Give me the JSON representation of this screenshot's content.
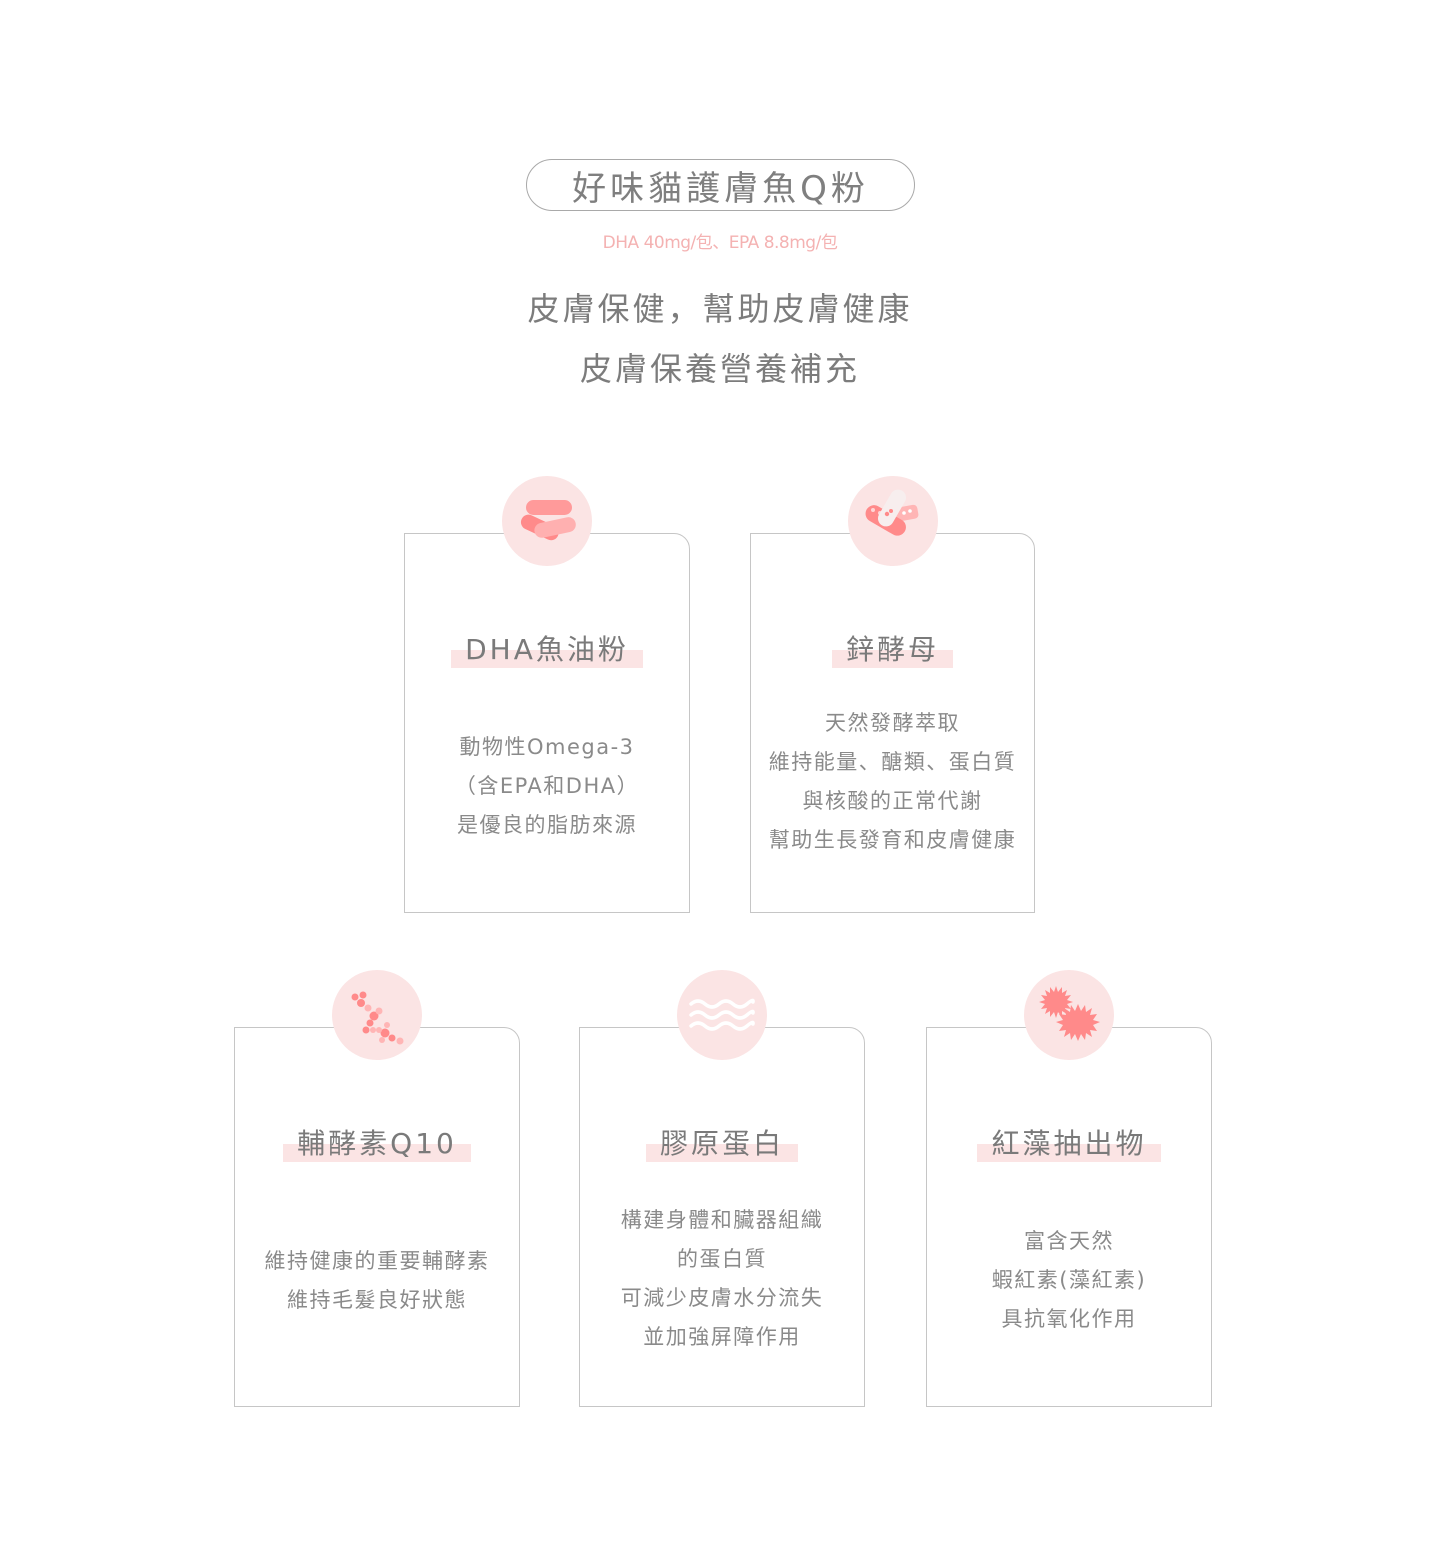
{
  "header": {
    "product_name": "好味貓護膚魚Q粉",
    "dosage": "DHA 40mg/包、EPA 8.8mg/包",
    "headline_1": "皮膚保健，幫助皮膚健康",
    "headline_2": "皮膚保養營養補充"
  },
  "colors": {
    "accent_pink": "#f4b2b2",
    "highlight_pink": "#fbe4e4",
    "icon_pink": "#ff8a8a",
    "text_gray": "#7f7f7f",
    "border_gray": "#c6c6c6"
  },
  "cards": [
    {
      "icon": "capsule-pills-icon",
      "title": "DHA魚油粉",
      "lines": [
        "動物性Omega-3",
        "（含EPA和DHA）",
        "是優良的脂肪來源"
      ]
    },
    {
      "icon": "medicine-capsules-icon",
      "title": "鋅酵母",
      "lines": [
        "天然發酵萃取",
        "維持能量、醣類、蛋白質",
        "與核酸的正常代謝",
        "幫助生長發育和皮膚健康"
      ]
    },
    {
      "icon": "molecule-chain-icon",
      "title": "輔酵素Q10",
      "lines": [
        "維持健康的重要輔酵素",
        "維持毛髮良好狀態"
      ]
    },
    {
      "icon": "wave-lines-icon",
      "title": "膠原蛋白",
      "lines": [
        "構建身體和臟器組織",
        "的蛋白質",
        "可減少皮膚水分流失",
        "並加強屏障作用"
      ]
    },
    {
      "icon": "algae-cells-icon",
      "title": "紅藻抽出物",
      "lines": [
        "富含天然",
        "蝦紅素(藻紅素)",
        "具抗氧化作用"
      ]
    }
  ]
}
